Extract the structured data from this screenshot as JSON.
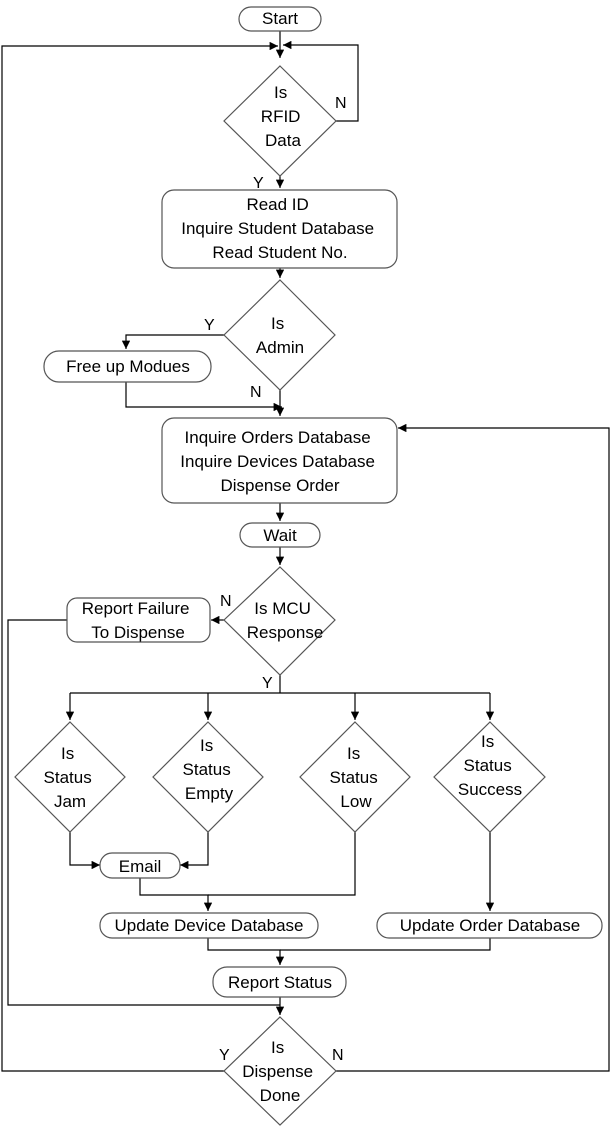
{
  "nodes": {
    "start": [
      "Start"
    ],
    "is_rfid": [
      "Is",
      "RFID",
      "Data"
    ],
    "read_id": [
      "Read ID",
      "Inquire Student Database",
      "Read Student No."
    ],
    "is_admin": [
      "Is",
      "Admin"
    ],
    "free_up": [
      "Free up Modues"
    ],
    "inquire_orders": [
      "Inquire Orders Database",
      "Inquire Devices Database",
      "Dispense Order"
    ],
    "wait": [
      "Wait"
    ],
    "is_mcu": [
      "Is MCU",
      "Response"
    ],
    "report_failure": [
      "Report Failure",
      "To Dispense"
    ],
    "is_jam": [
      "Is",
      "Status",
      "Jam"
    ],
    "is_empty": [
      "Is",
      "Status",
      "Empty"
    ],
    "is_low": [
      "Is",
      "Status",
      "Low"
    ],
    "is_success": [
      "Is",
      "Status",
      "Success"
    ],
    "email": [
      "Email"
    ],
    "update_device": [
      "Update Device Database"
    ],
    "update_order": [
      "Update Order Database"
    ],
    "report_status": [
      "Report Status"
    ],
    "is_done": [
      "Is",
      "Dispense",
      "Done"
    ]
  },
  "edge_labels": {
    "rfid_no": "N",
    "rfid_yes": "Y",
    "admin_yes": "Y",
    "admin_no": "N",
    "mcu_no": "N",
    "mcu_yes": "Y",
    "done_yes": "Y",
    "done_no": "N"
  },
  "colors": {
    "shape_stroke": "#555555",
    "edge_stroke": "#000000",
    "background": "#ffffff"
  }
}
